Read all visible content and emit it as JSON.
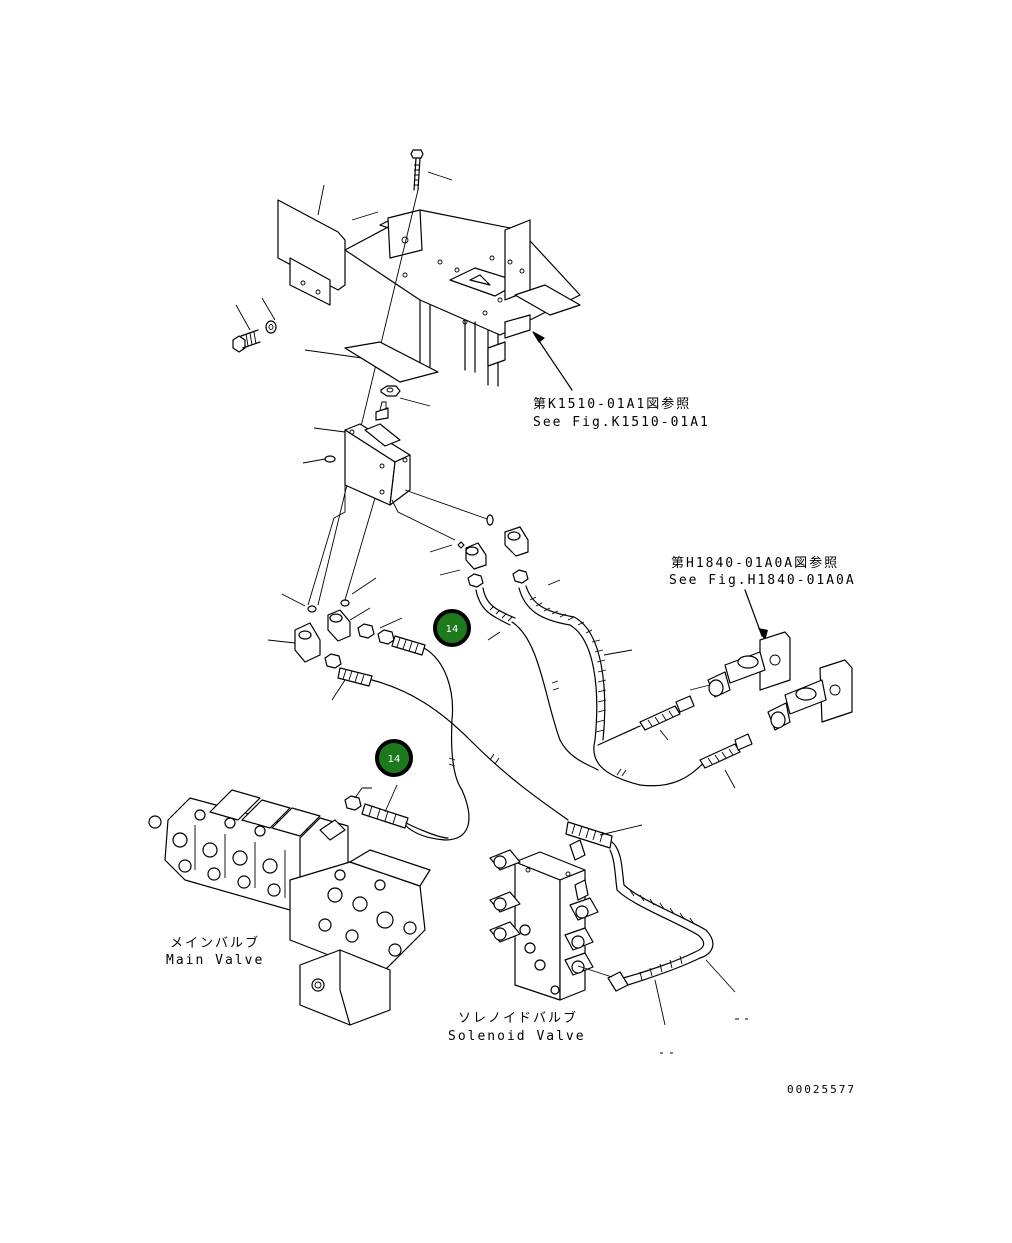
{
  "references": {
    "top_jp": "第K1510-01A1図参照",
    "top_en": "See Fig.K1510-01A1",
    "right_jp": "第H1840-01A0A図参照",
    "right_en": "See Fig.H1840-01A0A"
  },
  "labels": {
    "main_valve_jp": "メインバルブ",
    "main_valve_en": "Main Valve",
    "solenoid_valve_jp": "ソレノイドバルブ",
    "solenoid_valve_en": "Solenoid Valve"
  },
  "callouts": [
    {
      "number": "14"
    },
    {
      "number": "14"
    }
  ],
  "drawing_number": "00025577",
  "colors": {
    "callout_fill": "#1c7a1c",
    "callout_border": "#000000",
    "line": "#000000"
  }
}
